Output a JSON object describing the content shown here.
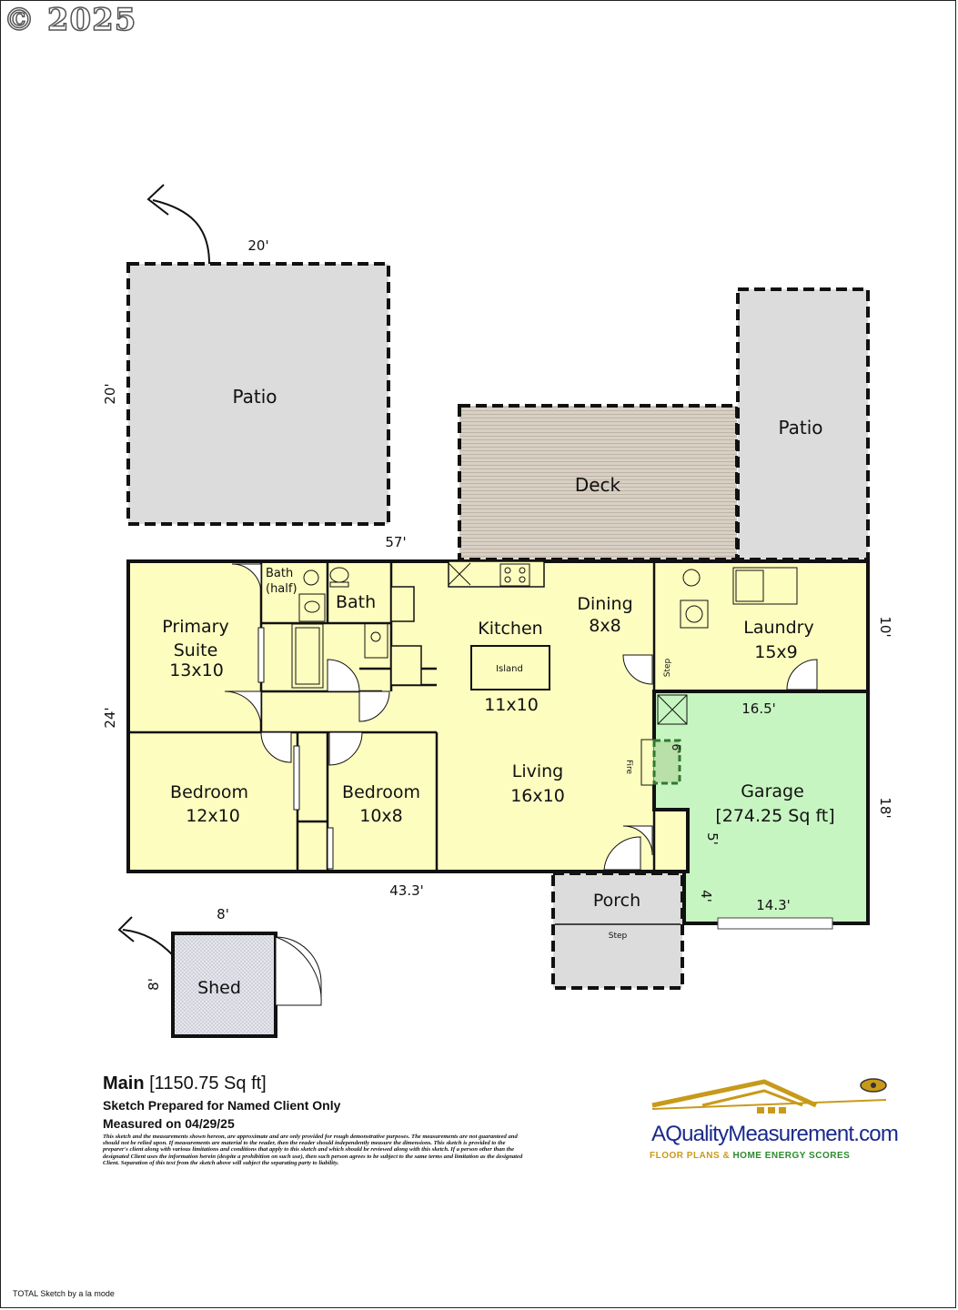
{
  "copyright": "© 2025",
  "rooms": {
    "patio_left": "Patio",
    "patio_right": "Patio",
    "deck": "Deck",
    "bath_half_1": "Bath",
    "bath_half_2": "(half)",
    "bath": "Bath",
    "primary_1": "Primary",
    "primary_2": "Suite",
    "primary_3": "13x10",
    "kitchen": "Kitchen",
    "island": "Island",
    "kitchen_size": "11x10",
    "dining_1": "Dining",
    "dining_2": "8x8",
    "laundry_1": "Laundry",
    "laundry_2": "15x9",
    "bedroom1_1": "Bedroom",
    "bedroom1_2": "12x10",
    "bedroom2_1": "Bedroom",
    "bedroom2_2": "10x8",
    "living_1": "Living",
    "living_2": "16x10",
    "fire": "Fire",
    "garage_1": "Garage",
    "garage_2": "[274.25 Sq ft]",
    "porch": "Porch",
    "step_porch": "Step",
    "step_dining": "Step",
    "shed": "Shed"
  },
  "dimensions": {
    "patio_top": "20'",
    "patio_side": "20'",
    "overall_top": "57'",
    "house_side": "24'",
    "laundry_side": "10'",
    "garage_top": "16.5'",
    "garage_side": "18'",
    "garage_5": "5'",
    "garage_4": "4'",
    "garage_bottom": "14.3'",
    "house_bottom": "43.3'",
    "shed_top": "8'",
    "shed_side": "8'",
    "fireplace_6": "6'"
  },
  "footer": {
    "main_label": "Main",
    "main_area": "[1150.75 Sq ft]",
    "prepared": "Sketch Prepared for Named Client Only",
    "measured": "Measured on 04/29/25",
    "disclaimer": "This sketch and the measurements shown hereon, are approximate and are only provided for rough demonstrative purposes. The measurements are not guaranteed and should not be relied upon. If measurements are material to the reader, then the reader should independently measure the dimensions. This sketch is provided to the preparer's client along with various limitations and conditions that apply to this sketch and which should be reviewed along with this sketch. If a person other than the designated Client uses the information herein (despite a prohibition on such use), then such person agrees to be subject to the same terms and limitation as the designated Client. Separation of this text from the sketch above will subject the separating party to liability.",
    "total_sketch": "TOTAL Sketch by a la mode"
  },
  "logo": {
    "name": "AQualityMeasurement.com",
    "sub_left": "FLOOR PLANS &",
    "sub_right": "HOME ENERGY SCORES"
  },
  "colors": {
    "house_fill": "#fdfdc0",
    "garage_fill": "#c7f5c1",
    "patio_fill": "#dcdcdc",
    "deck_fill": "#d8d0c4",
    "porch_fill": "#dcdcdc",
    "shed_fill": "#e4e4ec"
  }
}
